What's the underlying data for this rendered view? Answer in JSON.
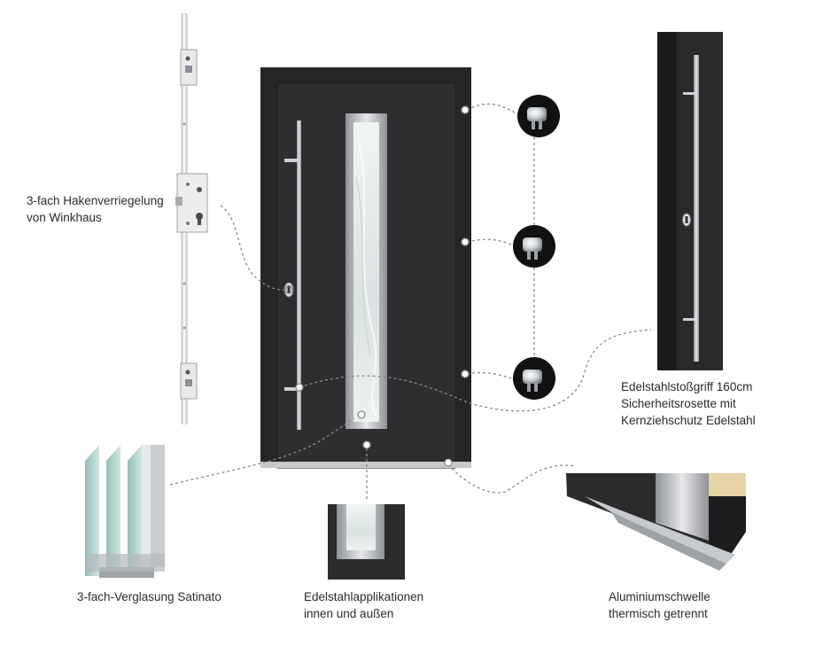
{
  "labels": {
    "lock": {
      "line1": "3-fach Hakenverriegelung",
      "line2": "von Winkhaus"
    },
    "handle": {
      "line1": "Edelstahlstoßgriff 160cm",
      "line2": "Sicherheitsrosette mit",
      "line3": "Kernziehschutz Edelstahl"
    },
    "glazing": {
      "line1": "3-fach-Verglasung Satinato"
    },
    "applications": {
      "line1": "Edelstahlapplikationen",
      "line2": "innen und außen"
    },
    "threshold": {
      "line1": "Aluminiumschwelle",
      "line2": "thermisch getrennt"
    }
  },
  "colors": {
    "door_frame": "#262628",
    "door_leaf": "#2e2e31",
    "steel": "#b9bcbf",
    "glass": "#e4ecea",
    "text": "#2b2b2b",
    "connector": "#8a8a8a"
  }
}
